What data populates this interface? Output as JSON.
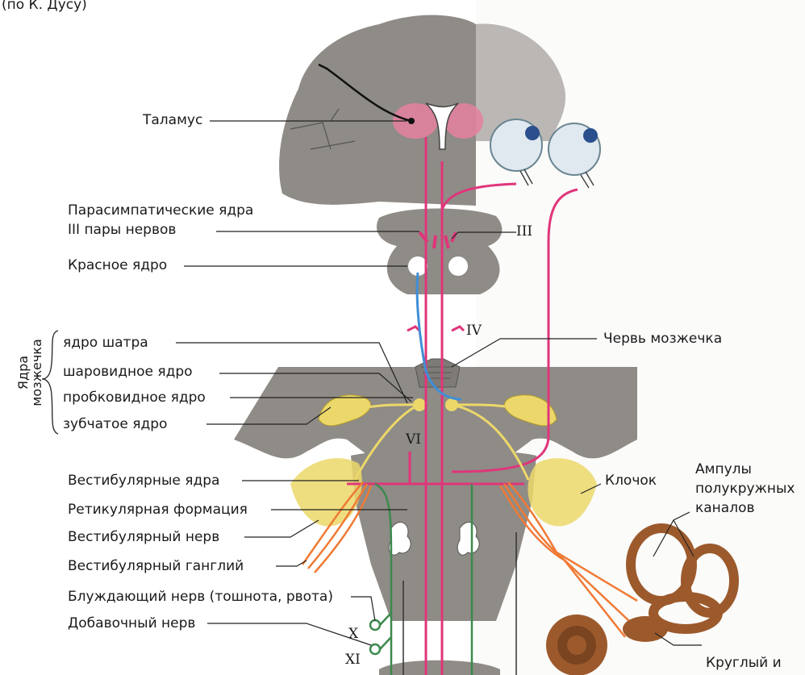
{
  "top_caption": "(по К. Дусу)",
  "labels": {
    "thalamus": "Таламус",
    "parasym_line1": "Парасимпатические ядра",
    "parasym_line2": "III пары нервов",
    "red_nucleus": "Красное ядро",
    "cerebellar_nuclei_group_line1": "Ядра",
    "cerebellar_nuclei_group_line2": "мозжечка",
    "fastigial": "ядро шатра",
    "globose": "шаровидное ядро",
    "emboliform": "пробковидное ядро",
    "dentate": "зубчатое ядро",
    "vermis": "Червь мозжечка",
    "vestibular_nuclei": "Вестибулярные ядра",
    "reticular": "Ретикулярная формация",
    "vestibular_nerve": "Вестибулярный нерв",
    "vestibular_ganglion": "Вестибулярный ганглий",
    "vagus": "Блуждающий нерв (тошнота, рвота)",
    "accessory": "Добавочный нерв",
    "flocculus": "Клочок",
    "ampullae_line1": "Ампулы",
    "ampullae_line2": "полукружных",
    "ampullae_line3": "каналов",
    "round_and": "Круглый и"
  },
  "roman_numerals": {
    "III": "III",
    "IV": "IV",
    "VI": "VI",
    "X": "X",
    "XI": "XI"
  },
  "colors": {
    "brain_gray": "#8f8b86",
    "tissue_dark": "#7e7a75",
    "pink_tract": "#e0357a",
    "blue_tract": "#3f8fd6",
    "yellow_tract": "#ecd86a",
    "orange_nerve": "#f07a35",
    "green_nerve": "#3c8a4e",
    "inner_ear": "#9c5a2c"
  }
}
